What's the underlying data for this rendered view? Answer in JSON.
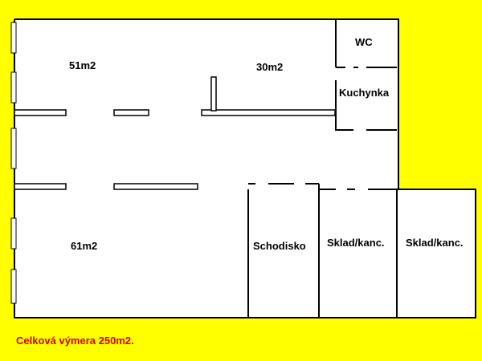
{
  "rooms": {
    "r51": "51m2",
    "r30": "30m2",
    "wc": "WC",
    "kitchen": "Kuchynka",
    "r61": "61m2",
    "stairs": "Schodisko",
    "storage1": "Sklad/kanc.",
    "storage2": "Sklad/kanc."
  },
  "footer": {
    "total": "Celková výmera 250m2."
  },
  "colors": {
    "background": "#ffff00",
    "floor": "#ffffff",
    "wall": "#000000",
    "footer_text": "#cc0000"
  }
}
